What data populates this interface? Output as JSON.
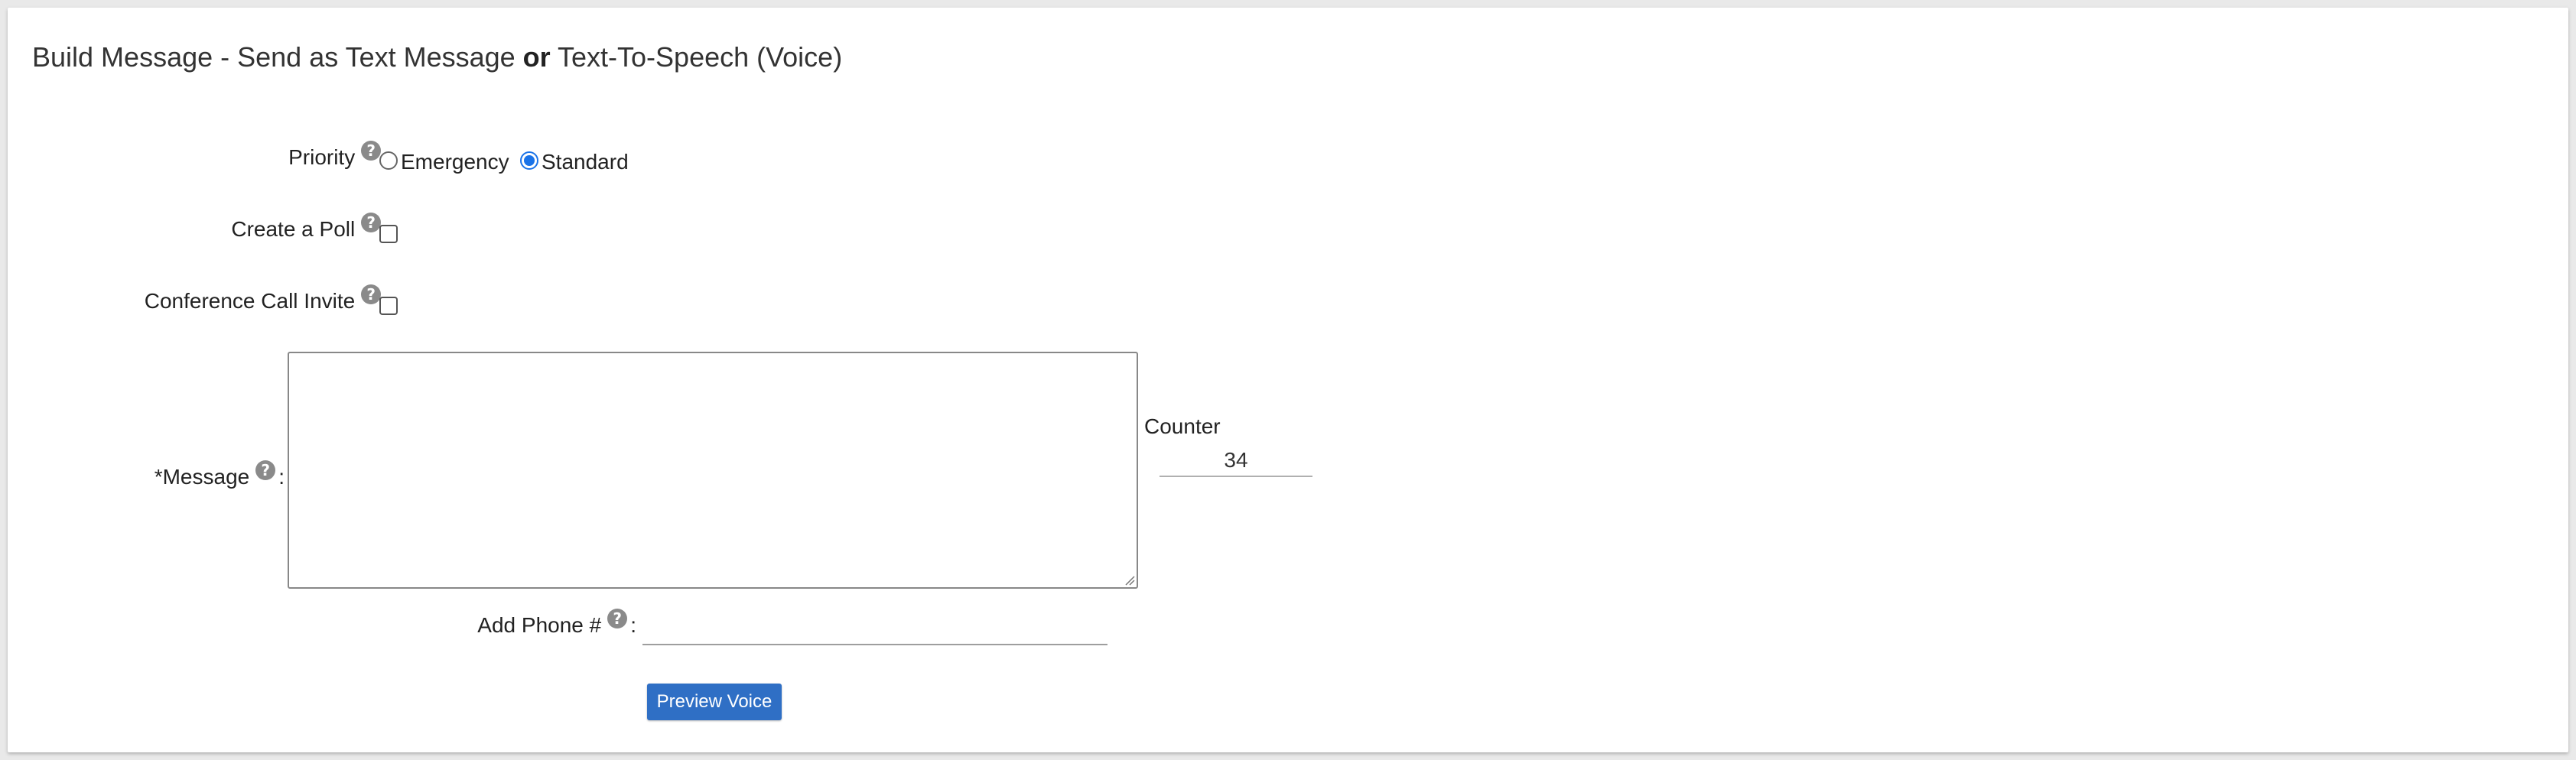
{
  "header": {
    "title_part1": "Build Message - Send as Text Message ",
    "title_or": "or",
    "title_part2": " Text-To-Speech (Voice)"
  },
  "priority": {
    "label": "Priority",
    "options": [
      {
        "label": "Emergency",
        "selected": false
      },
      {
        "label": "Standard",
        "selected": true
      }
    ]
  },
  "poll": {
    "label": "Create a Poll",
    "checked": false
  },
  "conference": {
    "label": "Conference Call Invite",
    "checked": false
  },
  "message": {
    "label": "*Message",
    "value": "",
    "counter_label": "Counter",
    "counter_value": "34"
  },
  "phone": {
    "label": "Add Phone #",
    "value": ""
  },
  "actions": {
    "preview_label": "Preview Voice"
  },
  "icons": {
    "help": "question-circle-icon"
  },
  "colors": {
    "accent": "#2f6fc5",
    "radio_selected": "#1a73e8"
  },
  "punct": {
    "colon": ":",
    "help_glyph": "?"
  }
}
